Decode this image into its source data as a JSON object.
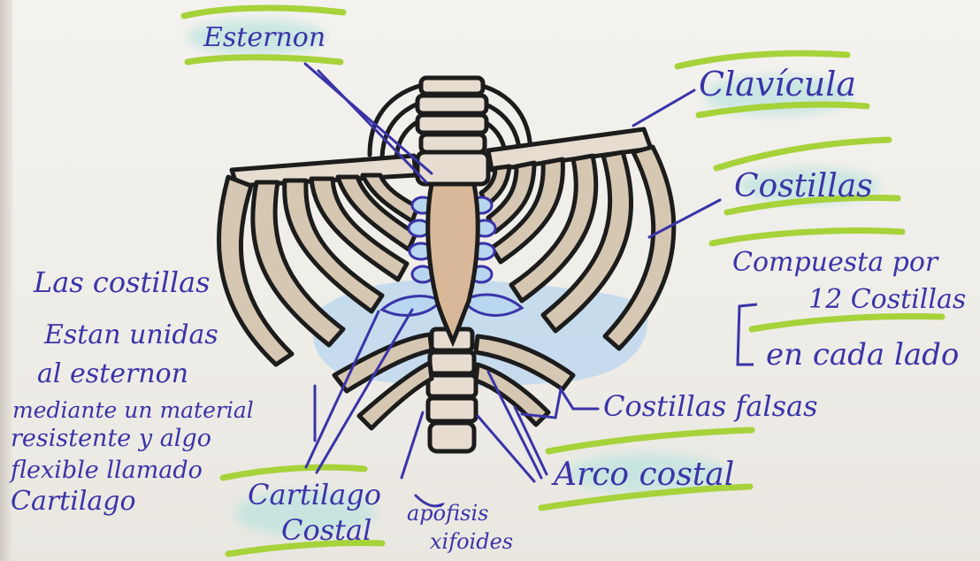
{
  "diagram": {
    "labels": {
      "esternon": "Esternon",
      "clavicula": "Clavícula",
      "costillas": "Costillas",
      "compuesta_line1": "Compuesta por",
      "compuesta_line2": "12 Costillas",
      "cada_lado": "en cada lado",
      "falsas": "Costillas falsas",
      "arco": "Arco costal",
      "cartilago_line1": "Cartilago",
      "cartilago_line2": "Costal",
      "apofisis_line1": "apófisis",
      "apofisis_line2": "xifoides"
    },
    "note": {
      "line1": "Las costillas",
      "line2": "Estan unidas",
      "line3": "al esternon",
      "line4": "mediante un material",
      "line5": "resistente y algo",
      "line6": "flexible llamado",
      "line7": "Cartilago"
    },
    "colors": {
      "ink": "#3a34a8",
      "highlight_green": "#a6d23a",
      "highlight_blue": "#bfe4e0",
      "outline": "#1c1c1c",
      "bone": "#d6c7b2",
      "cartilage": "#b8d6ef"
    }
  }
}
